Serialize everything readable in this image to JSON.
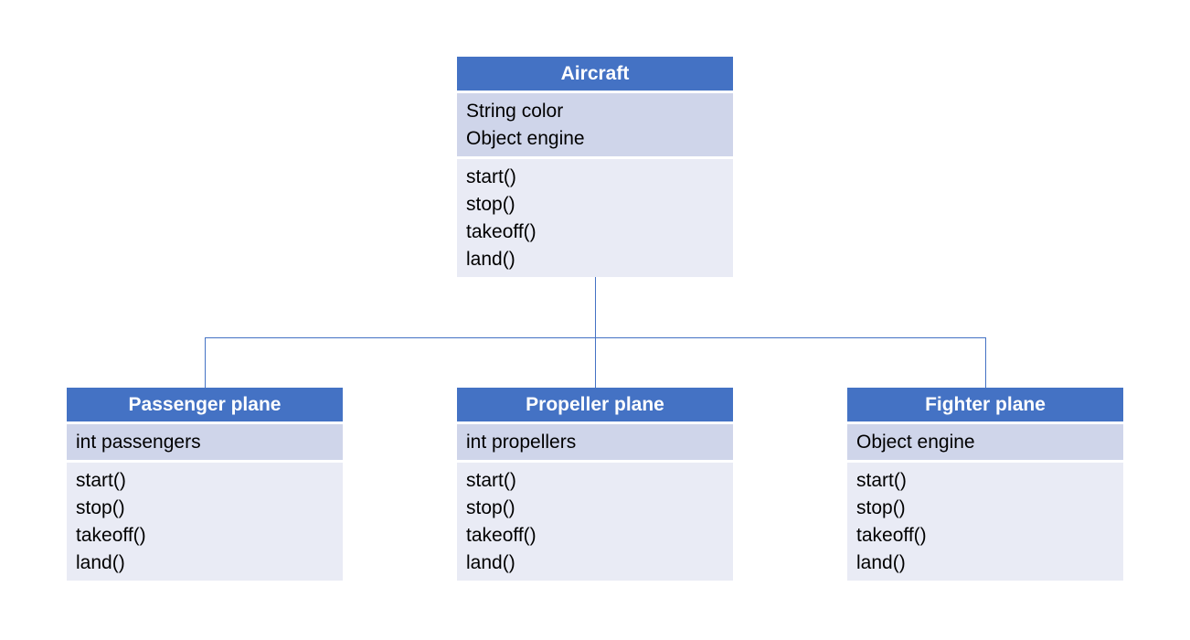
{
  "colors": {
    "header": "#4472c4",
    "attributes": "#cfd5ea",
    "methods": "#e9ebf5",
    "connector": "#4472c4"
  },
  "classes": {
    "aircraft": {
      "name": "Aircraft",
      "attributes": [
        "String color",
        "Object engine"
      ],
      "methods": [
        "start()",
        "stop()",
        "takeoff()",
        "land()"
      ]
    },
    "passenger": {
      "name": "Passenger plane",
      "attributes": [
        "int passengers"
      ],
      "methods": [
        "start()",
        "stop()",
        "takeoff()",
        "land()"
      ]
    },
    "propeller": {
      "name": "Propeller plane",
      "attributes": [
        "int propellers"
      ],
      "methods": [
        "start()",
        "stop()",
        "takeoff()",
        "land()"
      ]
    },
    "fighter": {
      "name": "Fighter plane",
      "attributes": [
        "Object engine"
      ],
      "methods": [
        "start()",
        "stop()",
        "takeoff()",
        "land()"
      ]
    }
  }
}
